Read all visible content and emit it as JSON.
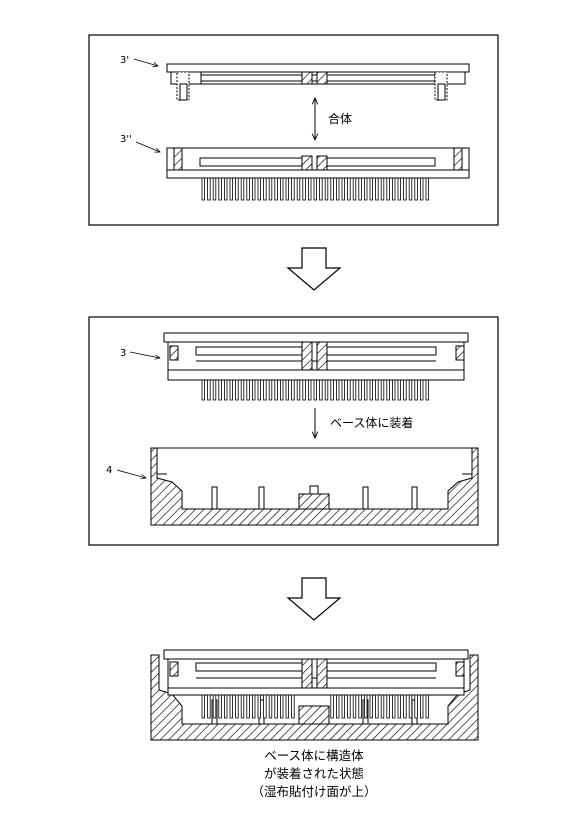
{
  "panel1": {
    "label_top": "3'",
    "label_bottom": "3''",
    "action": "合体"
  },
  "panel2": {
    "label_structure": "3",
    "label_base": "4",
    "action": "ベース体に装着"
  },
  "caption": {
    "line1": "ベース体に構造体",
    "line2": "が装着された状態",
    "line3": "（湿布貼付け面が上）"
  }
}
